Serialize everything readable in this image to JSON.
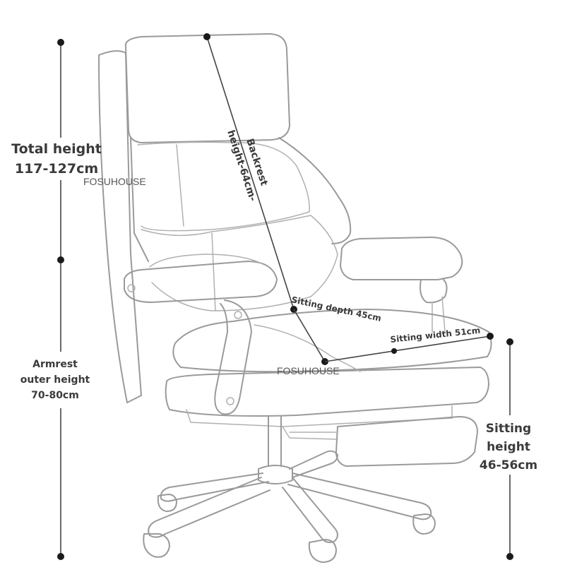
{
  "labels": {
    "total_height_title": "Total height",
    "total_height_value": "117-127cm",
    "backrest_line1": "Backrest",
    "backrest_line2": "height-64cm-",
    "sitting_depth": "Sitting depth 45cm",
    "sitting_width": "Sitting width 51cm",
    "armrest_line1": "Armrest",
    "armrest_line2": "outer height",
    "armrest_line3": "70-80cm",
    "sitting_height_line1": "Sitting",
    "sitting_height_line2": "height",
    "sitting_height_line3": "46-56cm"
  },
  "watermarks": {
    "brand_top": "FOSUHOUSE",
    "brand_seat": "FOSUHOUSE"
  },
  "colors": {
    "line_art": "#9a9a9a",
    "dimension_line": "#444444",
    "dot": "#1a1a1a",
    "text": "#3a3a3a"
  }
}
